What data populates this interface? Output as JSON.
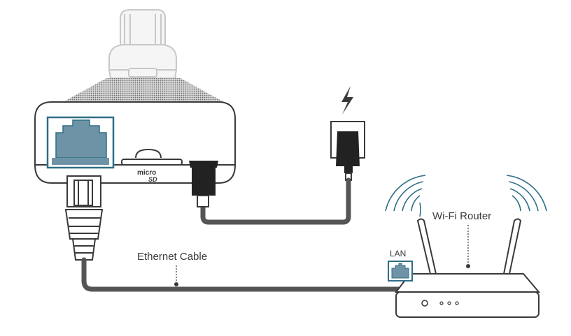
{
  "labels": {
    "wifi_router": "Wi-Fi Router",
    "ethernet_cable": "Ethernet Cable",
    "lan": "LAN",
    "microsd_logo": "micro SD"
  },
  "colors": {
    "port_fill": "#6f93a6",
    "port_border": "#2f6f86",
    "wifi_arc": "#2f6f86",
    "cable": "#555555",
    "outline": "#3a3a3a",
    "plug_black": "#222222"
  },
  "icons": [
    "lightning-icon",
    "wifi-signal-icon",
    "ethernet-port-icon",
    "microsd-logo-icon"
  ]
}
